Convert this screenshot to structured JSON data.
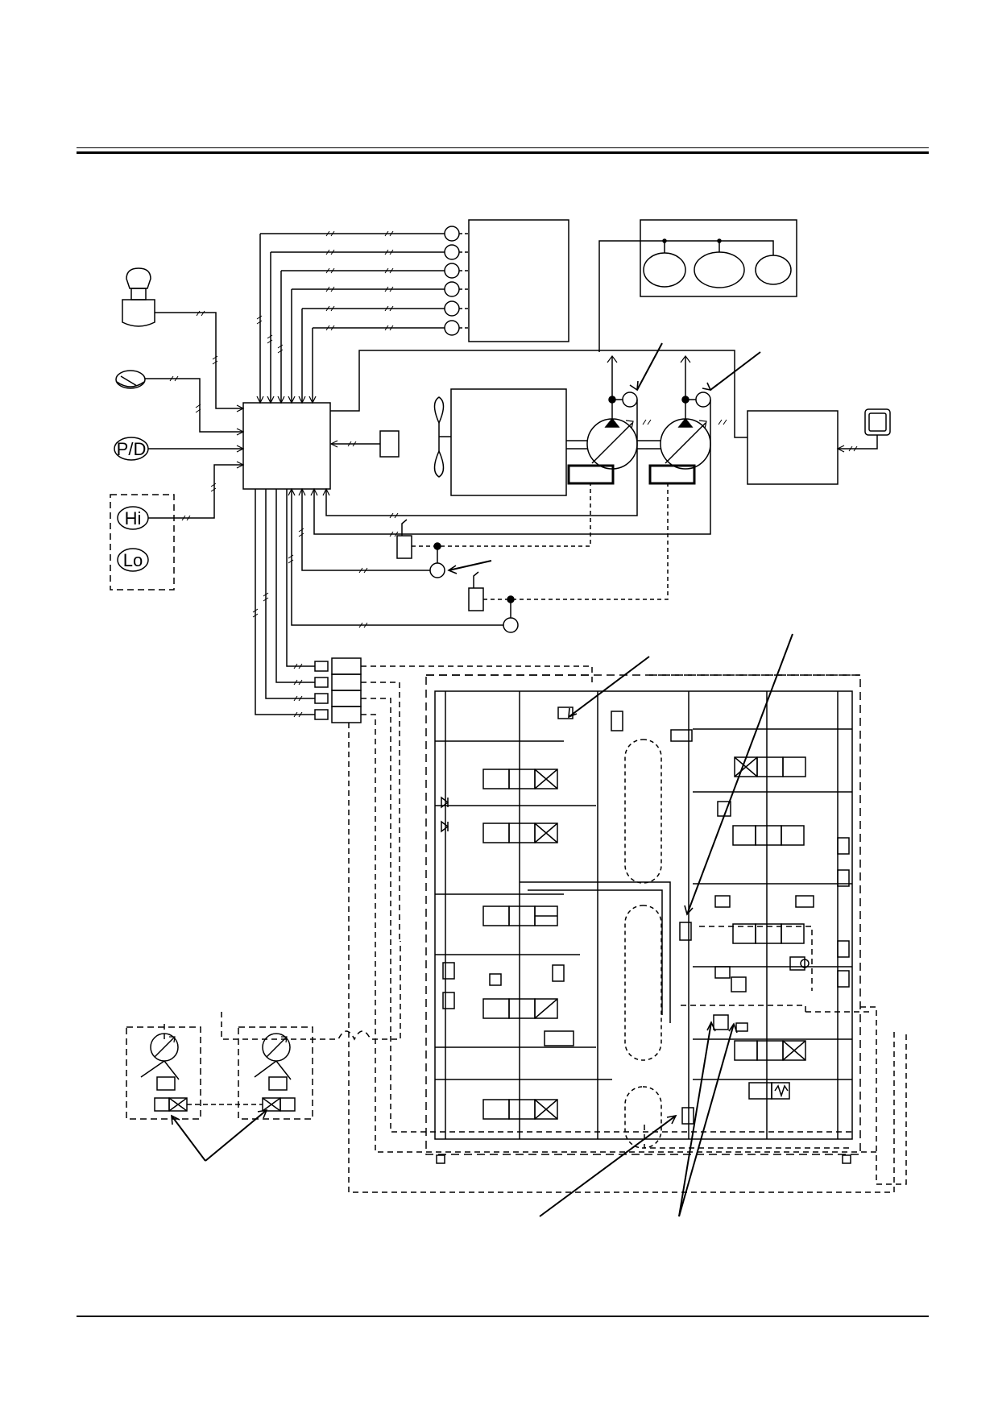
{
  "header": {
    "rule_color": "#000000"
  },
  "footer": {
    "rule_color": "#000000"
  },
  "diagram": {
    "labels": {
      "pd_mode": "P/D",
      "high_mode": "Hi",
      "low_mode": "Lo"
    }
  }
}
